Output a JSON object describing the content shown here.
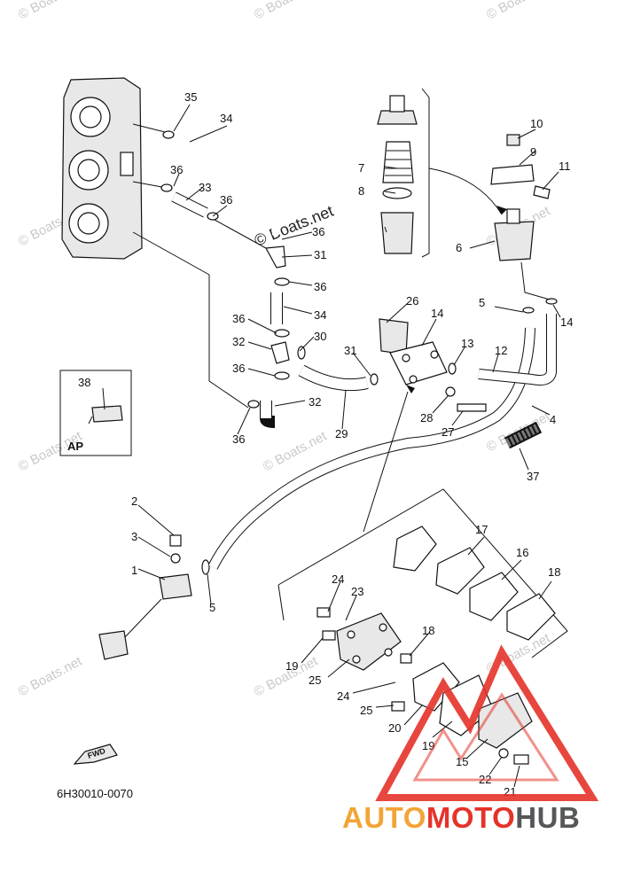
{
  "diagram": {
    "drawing_code": "6H30010-0070",
    "inset_label": "AP",
    "fwd_label": "FWD",
    "watermark_text": "© Boats.net",
    "callouts": [
      "1",
      "2",
      "3",
      "4",
      "5",
      "5",
      "6",
      "7",
      "8",
      "9",
      "10",
      "11",
      "12",
      "13",
      "14",
      "14",
      "15",
      "16",
      "17",
      "18",
      "18",
      "19",
      "19",
      "20",
      "21",
      "22",
      "23",
      "24",
      "24",
      "25",
      "25",
      "26",
      "27",
      "28",
      "29",
      "30",
      "31",
      "31",
      "32",
      "32",
      "33",
      "34",
      "34",
      "35",
      "36",
      "36",
      "36",
      "36",
      "36",
      "36",
      "36",
      "37",
      "38"
    ]
  },
  "brand": {
    "part1": "AUTO",
    "part2": "MOTO",
    "part3": "HUB",
    "color_orange": "#f3a437",
    "color_red": "#e5332a",
    "color_gray": "#555759"
  },
  "colors": {
    "line": "#111111",
    "watermark": "#c9c9c9",
    "triangle": "#e5332a"
  }
}
